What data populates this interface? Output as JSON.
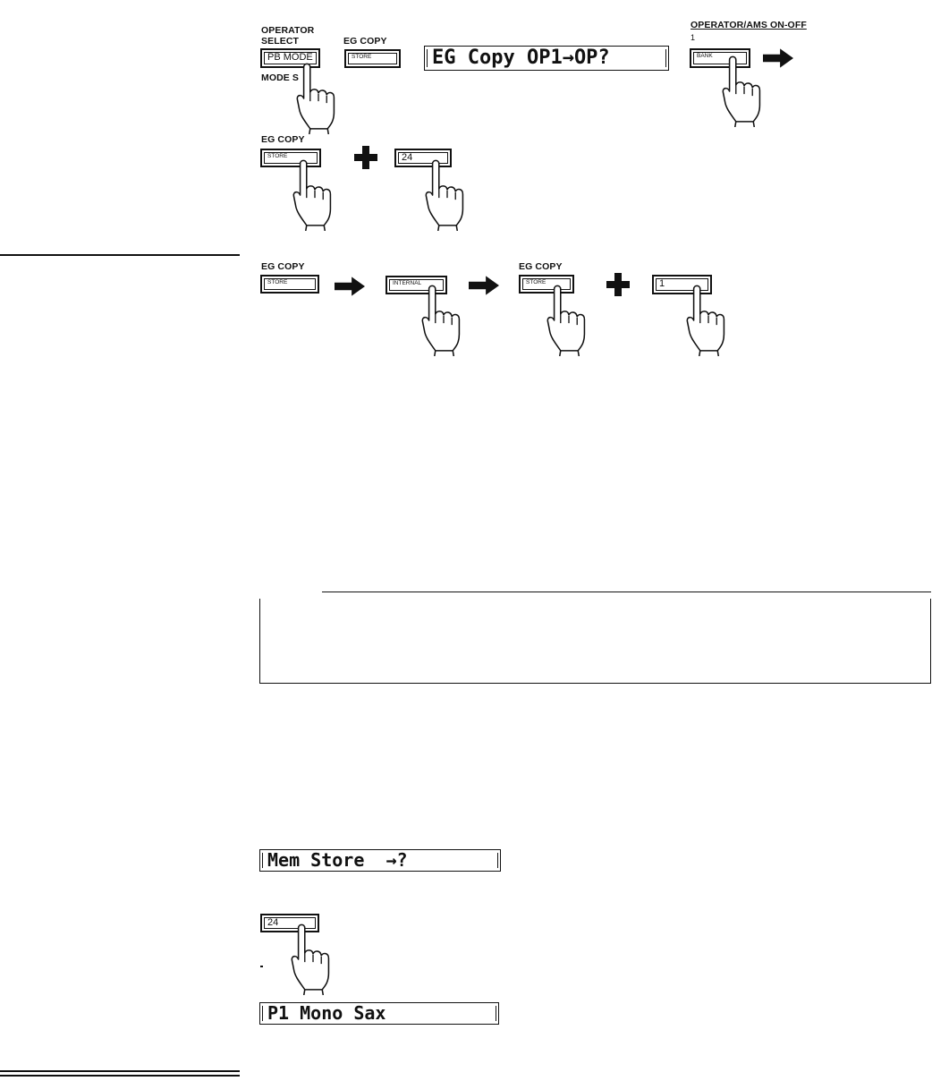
{
  "step1": {
    "operator_label_1": "OPERATOR",
    "operator_label_2": "SELECT",
    "pb_mode_button": "PB MODE",
    "mode_set_label": "MODE S",
    "eg_copy_label": "EG COPY",
    "store_button": "STORE",
    "lcd_text": "EG Copy OP1→OP?",
    "operator_ams_label": "OPERATOR/AMS ON-OFF",
    "operator_number": "1",
    "bank_button": "BANK"
  },
  "step2": {
    "eg_copy_label": "EG COPY",
    "store_button": "STORE",
    "number_button": "24"
  },
  "step3": {
    "eg_copy_label_1": "EG COPY",
    "store_button_1": "STORE",
    "internal_button": "INTERNAL",
    "eg_copy_label_2": "EG COPY",
    "store_button_2": "STORE",
    "number_button": "1"
  },
  "step4": {
    "lcd_mem_store": "Mem Store  →?",
    "number_button": "24",
    "lcd_voice": "P1 Mono Sax"
  },
  "colors": {
    "ink": "#111111",
    "paper": "#ffffff"
  },
  "icons": [
    "pointing-hand-icon",
    "right-arrow-icon",
    "plus-icon"
  ]
}
